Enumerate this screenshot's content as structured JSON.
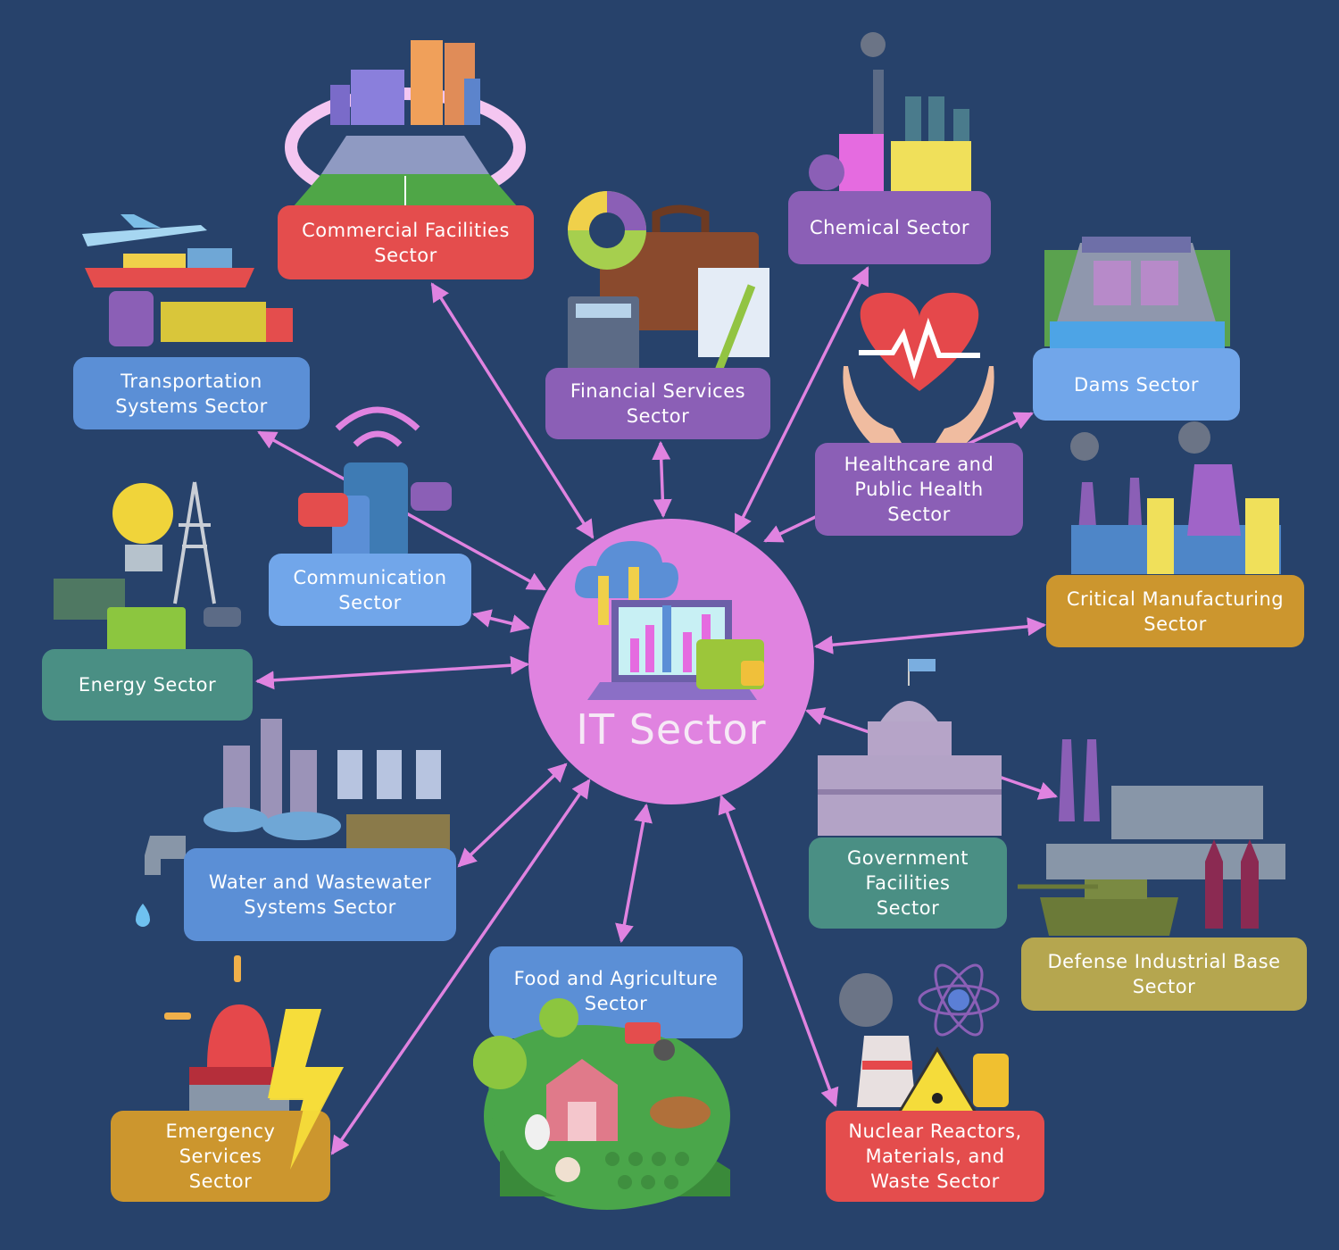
{
  "colors": {
    "background": "#27426b",
    "arrow": "#e083e0",
    "center": "#e083e0"
  },
  "center": {
    "label": "IT Sector",
    "icon": "laptop-cloud-analytics-icon"
  },
  "sectors": {
    "commercial": {
      "label": "Commercial Facilities\nSector",
      "color": "#e44d4d",
      "icon": "stadium-buildings-icon"
    },
    "financial": {
      "label": "Financial Services\nSector",
      "color": "#8b5fb6",
      "icon": "briefcase-calculator-icon"
    },
    "chemical": {
      "label": "Chemical Sector",
      "color": "#8b5fb6",
      "icon": "chemical-plant-icon"
    },
    "transportation": {
      "label": "Transportation\nSystems Sector",
      "color": "#5b8fd6",
      "icon": "plane-ship-truck-icon"
    },
    "dams": {
      "label": "Dams Sector",
      "color": "#71a6ea",
      "icon": "dam-icon"
    },
    "healthcare": {
      "label": "Healthcare and\nPublic Health\nSector",
      "color": "#8b5fb6",
      "icon": "heart-hands-icon"
    },
    "communication": {
      "label": "Communication\nSector",
      "color": "#71a6ea",
      "icon": "phone-tablet-wifi-icon"
    },
    "critical_manufacturing": {
      "label": "Critical Manufacturing\nSector",
      "color": "#cc962e",
      "icon": "factory-icon"
    },
    "energy": {
      "label": "Energy Sector",
      "color": "#4a8f84",
      "icon": "lightbulb-tower-battery-icon"
    },
    "government": {
      "label": "Government\nFacilities\nSector",
      "color": "#4a8f84",
      "icon": "capitol-building-icon"
    },
    "defense": {
      "label": "Defense Industrial Base\nSector",
      "color": "#b5a64f",
      "icon": "tank-missiles-icon"
    },
    "water": {
      "label": "Water and Wastewater\nSystems Sector",
      "color": "#5b8fd6",
      "icon": "water-treatment-icon"
    },
    "food": {
      "label": "Food and Agriculture\nSector",
      "color": "#5b8fd6",
      "icon": "farm-icon"
    },
    "emergency": {
      "label": "Emergency\nServices\nSector",
      "color": "#cc962e",
      "icon": "siren-lightning-icon"
    },
    "nuclear": {
      "label": "Nuclear Reactors,\nMaterials, and\nWaste Sector",
      "color": "#e44d4d",
      "icon": "nuclear-atom-icon"
    }
  }
}
